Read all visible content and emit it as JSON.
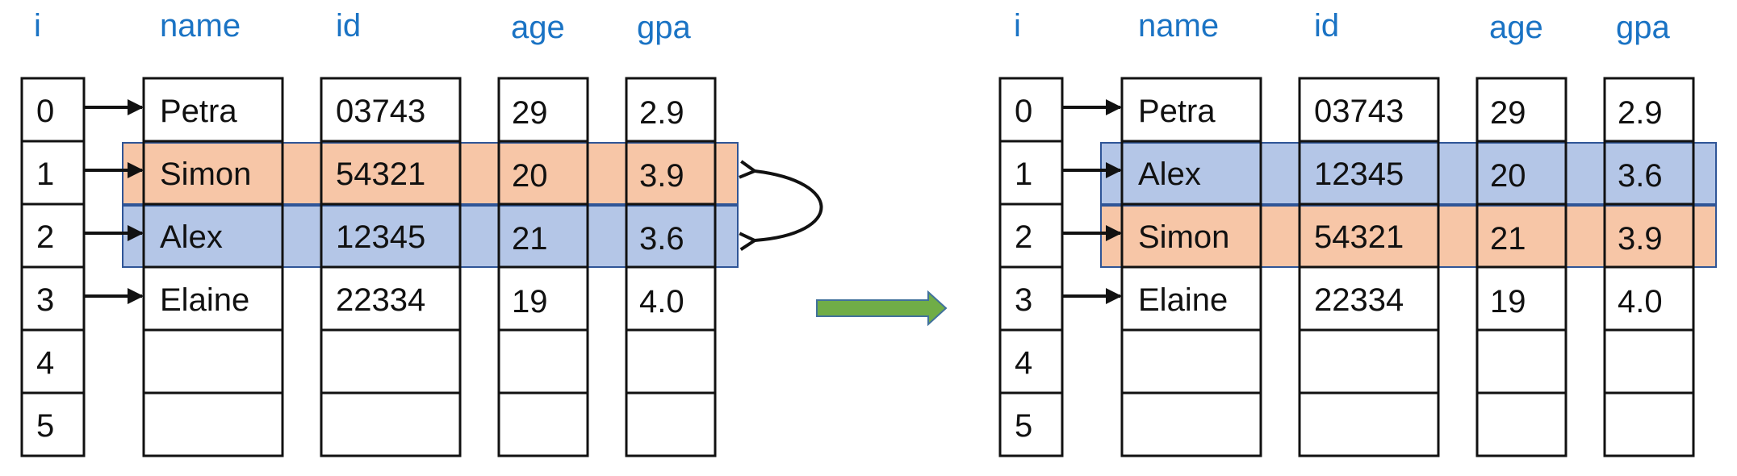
{
  "headers": {
    "i": "i",
    "name": "name",
    "id": "id",
    "age": "age",
    "gpa": "gpa"
  },
  "colors": {
    "header": "#1a73c4",
    "orange_highlight": "#f7c6a7",
    "blue_highlight": "#b4c6e7",
    "highlight_border": "#2f5597",
    "transition_arrow": "#70ad47"
  },
  "before": {
    "indices": [
      "0",
      "1",
      "2",
      "3",
      "4",
      "5"
    ],
    "rows": [
      {
        "name": "Petra",
        "id": "03743",
        "age": "29",
        "gpa": "2.9"
      },
      {
        "name": "Simon",
        "id": "54321",
        "age": "20",
        "gpa": "3.9"
      },
      {
        "name": "Alex",
        "id": "12345",
        "age": "21",
        "gpa": "3.6"
      },
      {
        "name": "Elaine",
        "id": "22334",
        "age": "19",
        "gpa": "4.0"
      },
      {
        "name": "",
        "id": "",
        "age": "",
        "gpa": ""
      },
      {
        "name": "",
        "id": "",
        "age": "",
        "gpa": ""
      }
    ],
    "highlights": [
      {
        "row": 1,
        "color": "orange"
      },
      {
        "row": 2,
        "color": "blue"
      }
    ],
    "swap_arrow": true
  },
  "after": {
    "indices": [
      "0",
      "1",
      "2",
      "3",
      "4",
      "5"
    ],
    "rows": [
      {
        "name": "Petra",
        "id": "03743",
        "age": "29",
        "gpa": "2.9"
      },
      {
        "name": "Alex",
        "id": "12345",
        "age": "20",
        "gpa": "3.6"
      },
      {
        "name": "Simon",
        "id": "54321",
        "age": "21",
        "gpa": "3.9"
      },
      {
        "name": "Elaine",
        "id": "22334",
        "age": "19",
        "gpa": "4.0"
      },
      {
        "name": "",
        "id": "",
        "age": "",
        "gpa": ""
      },
      {
        "name": "",
        "id": "",
        "age": "",
        "gpa": ""
      }
    ],
    "highlights": [
      {
        "row": 1,
        "color": "blue"
      },
      {
        "row": 2,
        "color": "orange"
      }
    ],
    "swap_arrow": false
  }
}
